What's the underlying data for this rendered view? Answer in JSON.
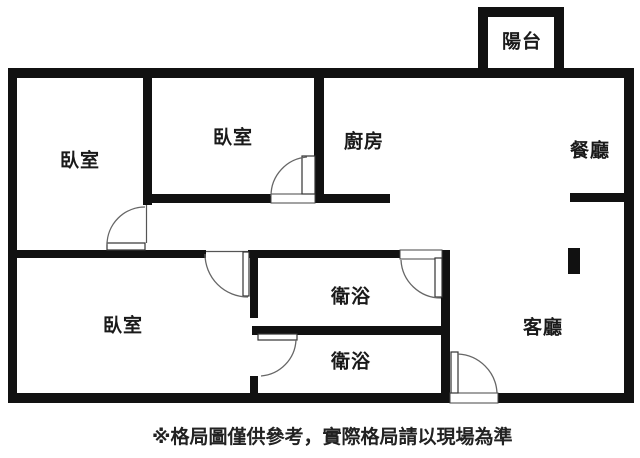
{
  "rooms": [
    {
      "id": "balcony",
      "label": "陽台"
    },
    {
      "id": "bedroom-top-left",
      "label": "臥室"
    },
    {
      "id": "bedroom-top-middle",
      "label": "臥室"
    },
    {
      "id": "kitchen",
      "label": "廚房"
    },
    {
      "id": "dining-room",
      "label": "餐廳"
    },
    {
      "id": "bedroom-bottom-left",
      "label": "臥室"
    },
    {
      "id": "bathroom-upper",
      "label": "衛浴"
    },
    {
      "id": "bathroom-lower",
      "label": "衛浴"
    },
    {
      "id": "living-room",
      "label": "客廳"
    }
  ],
  "disclaimer": "※格局圖僅供參考，實際格局請以現場為準",
  "colors": {
    "wall": "#111111",
    "background": "#ffffff",
    "door_arc": "#666666",
    "text": "#1a1a1a"
  }
}
